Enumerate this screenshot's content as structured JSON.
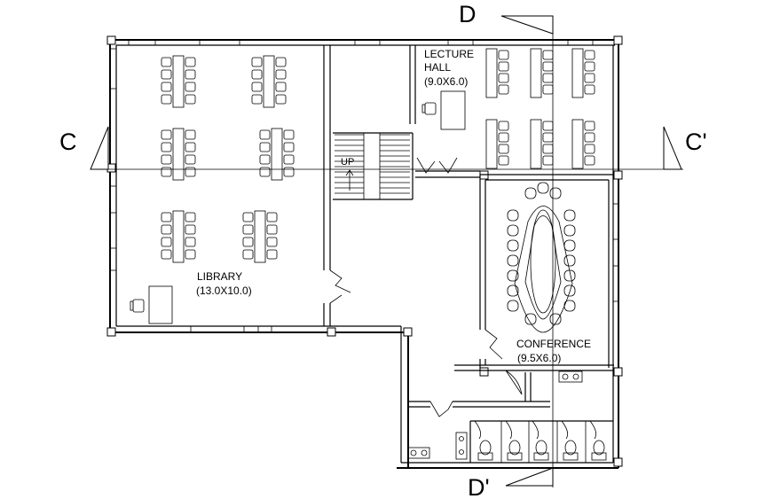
{
  "rooms": {
    "library": {
      "name": "LIBRARY",
      "size": "(13.0X10.0)"
    },
    "lecture_hall": {
      "name_line1": "LECTURE",
      "name_line2": "HALL",
      "size": "(9.0X6.0)"
    },
    "conference": {
      "name": "CONFERENCE",
      "size": "(9.5X6.0)"
    },
    "stair": {
      "label": "UP"
    }
  },
  "sections": {
    "c_start": "C",
    "c_end": "C'",
    "d_start": "D",
    "d_end": "D'"
  }
}
